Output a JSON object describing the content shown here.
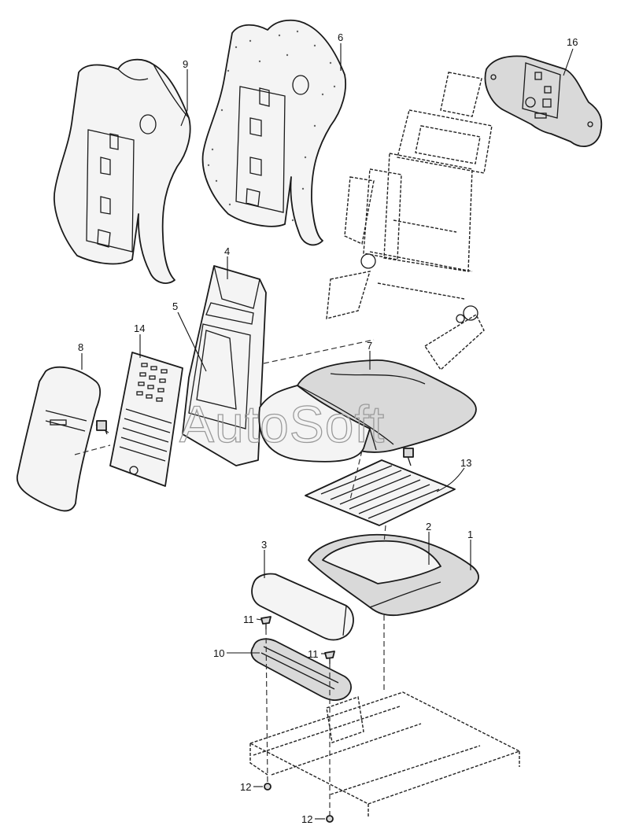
{
  "diagram": {
    "watermark": "AutoSoft",
    "callouts": [
      {
        "id": "c9",
        "label": "9"
      },
      {
        "id": "c6",
        "label": "6"
      },
      {
        "id": "c16",
        "label": "16"
      },
      {
        "id": "c4",
        "label": "4"
      },
      {
        "id": "c5",
        "label": "5"
      },
      {
        "id": "c14",
        "label": "14"
      },
      {
        "id": "c8",
        "label": "8"
      },
      {
        "id": "c7",
        "label": "7"
      },
      {
        "id": "c13",
        "label": "13"
      },
      {
        "id": "c2",
        "label": "2"
      },
      {
        "id": "c1",
        "label": "1"
      },
      {
        "id": "c3",
        "label": "3"
      },
      {
        "id": "c11a",
        "label": "11"
      },
      {
        "id": "c10",
        "label": "10"
      },
      {
        "id": "c11b",
        "label": "11"
      },
      {
        "id": "c12a",
        "label": "12"
      },
      {
        "id": "c12b",
        "label": "12"
      }
    ]
  }
}
